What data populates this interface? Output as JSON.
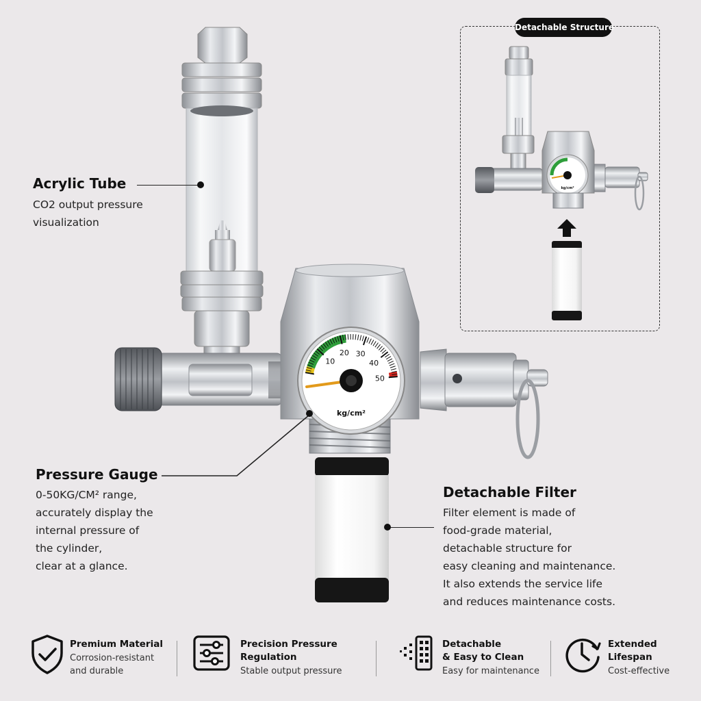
{
  "inset": {
    "badge": "Detachable Structure",
    "gauge_unit": "kg/cm²"
  },
  "gauge": {
    "unit": "kg/cm²",
    "ticks": [
      "10",
      "20",
      "30",
      "40",
      "50"
    ]
  },
  "callouts": {
    "acrylic_tube": {
      "title": "Acrylic Tube",
      "lines": [
        "CO2 output pressure",
        "visualization"
      ]
    },
    "pressure_gauge": {
      "title": "Pressure Gauge",
      "lines": [
        "0-50KG/CM² range,",
        "accurately display the",
        "internal pressure of",
        "the cylinder,",
        "clear at a glance."
      ]
    },
    "detachable_filter": {
      "title": "Detachable Filter",
      "lines": [
        "Filter element is made of",
        "food-grade material,",
        "detachable structure for",
        "easy cleaning and maintenance.",
        "It also extends the service life",
        "and reduces maintenance costs."
      ]
    }
  },
  "features": [
    {
      "icon": "shield-check-icon",
      "title": [
        "Premium Material"
      ],
      "subtitle": [
        "Corrosion-resistant",
        "and durable"
      ]
    },
    {
      "icon": "sliders-icon",
      "title": [
        "Precision Pressure",
        "Regulation"
      ],
      "subtitle": [
        "Stable output pressure"
      ]
    },
    {
      "icon": "detach-filter-icon",
      "title": [
        "Detachable",
        "& Easy to Clean"
      ],
      "subtitle": [
        "Easy for maintenance"
      ]
    },
    {
      "icon": "clock-icon",
      "title": [
        "Extended",
        "Lifespan"
      ],
      "subtitle": [
        "Cost-effective"
      ]
    }
  ],
  "colors": {
    "background": "#ebe8ea",
    "text": "#111111",
    "gauge_green": "#2e9e3a",
    "gauge_yellow": "#e6c21a",
    "gauge_red": "#d3261f",
    "needle": "#e29a1b"
  }
}
